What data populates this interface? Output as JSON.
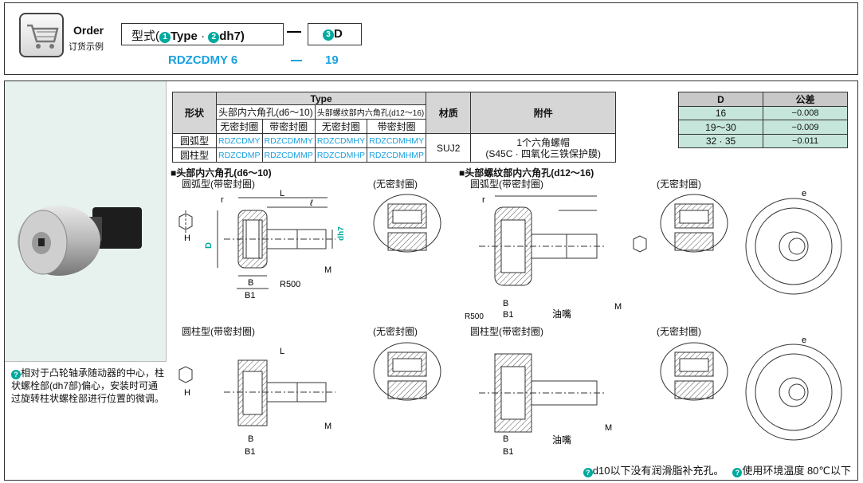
{
  "order": {
    "label": "Order",
    "sub": "订货示例",
    "type_prefix": "型式(",
    "type_n1": "1",
    "type_t1": "Type",
    "type_sep": "·",
    "type_n2": "2",
    "type_t2": "dh7)",
    "d_n": "3",
    "d_t": "D",
    "example_code": "RDZCDMY 6",
    "example_dash": "—",
    "example_d": "19"
  },
  "left_note": "相对于凸轮轴承随动器的中心，柱状螺栓部(dh7部)偏心，安装时可通过旋转柱状螺栓部进行位置的微调。",
  "spec": {
    "col_shape": "形状",
    "col_type": "Type",
    "col_hex": "头部内六角孔(d6～10)",
    "col_screw": "头部螺纹部内六角孔(d12～16)",
    "col_material": "材质",
    "col_acc": "附件",
    "no_seal": "无密封圈",
    "with_seal": "带密封圈",
    "rows": [
      {
        "shape": "圆弧型",
        "c1": "RDZCDMY",
        "c2": "RDZCDMMY",
        "c3": "RDZCDMHY",
        "c4": "RDZCDMHMY"
      },
      {
        "shape": "圆柱型",
        "c1": "RDZCDMP",
        "c2": "RDZCDMMP",
        "c3": "RDZCDMHP",
        "c4": "RDZCDMHMP"
      }
    ],
    "material": "SUJ2",
    "acc_line1": "1个六角螺帽",
    "acc_line2": "(S45C · 四氧化三铁保护膜)"
  },
  "tolerance": {
    "h_d": "D",
    "h_tol": "公差",
    "rows": [
      {
        "d": "16",
        "tol": "−0.008"
      },
      {
        "d": "19～30",
        "tol": "−0.009"
      },
      {
        "d": "32 · 35",
        "tol": "−0.011"
      }
    ]
  },
  "sections": {
    "hex_title": "■头部内六角孔(d6～10)",
    "screw_title": "■头部螺纹部内六角孔(d12～16)",
    "arc_with_seal": "圆弧型(带密封圈)",
    "cyl_with_seal": "圆柱型(带密封圈)",
    "no_seal_paren": "(无密封圈)"
  },
  "labels": {
    "L": "L",
    "l": "ℓ",
    "r": "r",
    "M": "M",
    "B": "B",
    "B1": "B1",
    "H": "H",
    "R500": "R500",
    "oil": "油嘴",
    "e": "e",
    "dh7": "dh7",
    "D": "D"
  },
  "footer": {
    "note1": "d10以下没有润滑脂补充孔。",
    "note2": "使用环境温度  80℃以下"
  }
}
